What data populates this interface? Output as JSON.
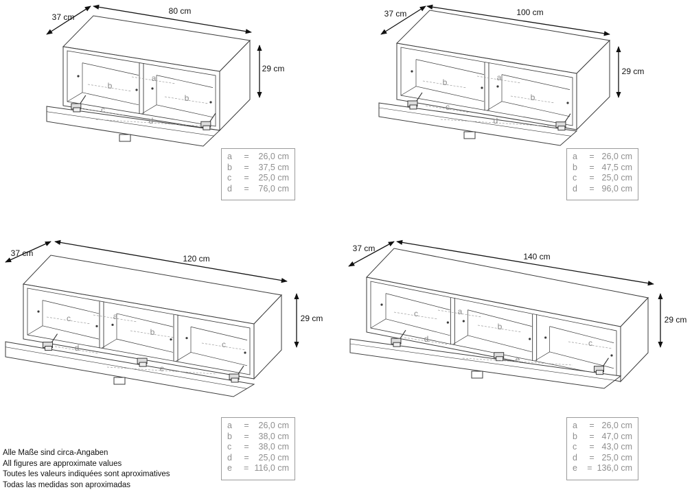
{
  "units": [
    {
      "depth_label": "37 cm",
      "width_label": "80 cm",
      "height_label": "29 cm",
      "compartments": 2,
      "inner_labels": [
        "a",
        "b",
        "b",
        "c",
        "d"
      ],
      "table": [
        {
          "key": "a",
          "eq": "=",
          "value": "26,0 cm"
        },
        {
          "key": "b",
          "eq": "=",
          "value": "37,5 cm"
        },
        {
          "key": "c",
          "eq": "=",
          "value": "25,0 cm"
        },
        {
          "key": "d",
          "eq": "=",
          "value": "76,0 cm"
        }
      ]
    },
    {
      "depth_label": "37 cm",
      "width_label": "100 cm",
      "height_label": "29 cm",
      "compartments": 2,
      "inner_labels": [
        "a",
        "b",
        "b",
        "c",
        "d"
      ],
      "table": [
        {
          "key": "a",
          "eq": "=",
          "value": "26,0 cm"
        },
        {
          "key": "b",
          "eq": "=",
          "value": "47,5 cm"
        },
        {
          "key": "c",
          "eq": "=",
          "value": "25,0 cm"
        },
        {
          "key": "d",
          "eq": "=",
          "value": "96,0 cm"
        }
      ]
    },
    {
      "depth_label": "37 cm",
      "width_label": "120 cm",
      "height_label": "29 cm",
      "compartments": 3,
      "inner_labels": [
        "a",
        "b",
        "c",
        "c",
        "d",
        "e"
      ],
      "table": [
        {
          "key": "a",
          "eq": "=",
          "value": "26,0 cm"
        },
        {
          "key": "b",
          "eq": "=",
          "value": "38,0 cm"
        },
        {
          "key": "c",
          "eq": "=",
          "value": "38,0 cm"
        },
        {
          "key": "d",
          "eq": "=",
          "value": "25,0 cm"
        },
        {
          "key": "e",
          "eq": "=",
          "value": "116,0 cm"
        }
      ]
    },
    {
      "depth_label": "37 cm",
      "width_label": "140 cm",
      "height_label": "29 cm",
      "compartments": 3,
      "inner_labels": [
        "a",
        "b",
        "c",
        "c",
        "d",
        "e"
      ],
      "table": [
        {
          "key": "a",
          "eq": "=",
          "value": "26,0 cm"
        },
        {
          "key": "b",
          "eq": "=",
          "value": "47,0 cm"
        },
        {
          "key": "c",
          "eq": "=",
          "value": "43,0 cm"
        },
        {
          "key": "d",
          "eq": "=",
          "value": "25,0 cm"
        },
        {
          "key": "e",
          "eq": "=",
          "value": "136,0 cm"
        }
      ]
    }
  ],
  "notes": [
    "Alle Maße sind circa-Angaben",
    "All figures are approximate values",
    "Toutes les valeurs indiquées sont aproximatives",
    "Todas las medidas son aproximadas"
  ],
  "colors": {
    "line": "#3a3a3a",
    "dim": "#111111",
    "inner": "#9a9a9a",
    "table_border": "#9a9a9a"
  }
}
